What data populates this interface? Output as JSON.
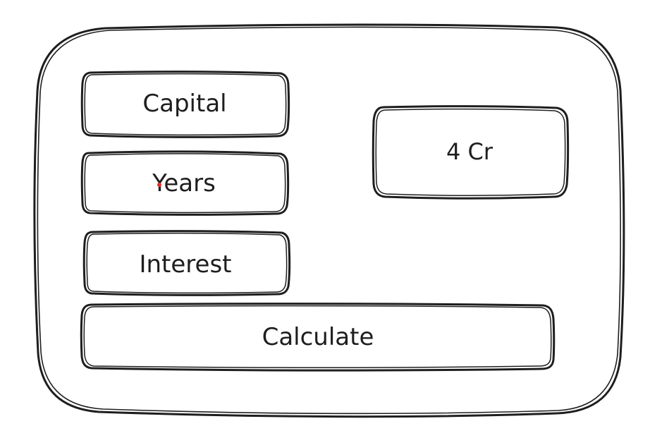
{
  "fields": {
    "capital_label": "Capital",
    "years_label": "Years",
    "interest_label": "Interest"
  },
  "result": {
    "value": "4 Cr"
  },
  "actions": {
    "calculate_label": "Calculate"
  },
  "colors": {
    "stroke": "#1e1e1e",
    "background": "#ffffff",
    "cursor_dot": "#e03131"
  }
}
